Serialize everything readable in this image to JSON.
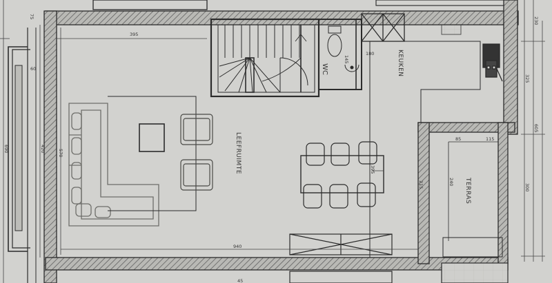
{
  "rooms": {
    "living": "LEEFRUIMTE",
    "kitchen": "KEUKEN",
    "wc": "WC",
    "terrace": "TERRAS"
  },
  "dimensions": {
    "top_395": "395",
    "left_75": "75",
    "left_60": "60",
    "left_690": "690",
    "left_420": "420",
    "left_570": "570",
    "bottom_940": "940",
    "stair_145": "145",
    "kitchen_180": "180",
    "table_395": "395",
    "terrace_85": "85",
    "terrace_115": "115",
    "terrace_240": "240",
    "terrace_215": "215",
    "right_325": "325",
    "right_605": "605",
    "right_300": "300",
    "right_230": "230",
    "bottom_cut": "45"
  },
  "colors": {
    "paper": "#cfcfcc",
    "ink": "#2b2b2b",
    "wall_fill": "#9a9a96",
    "furniture": "#6e6e6a"
  }
}
